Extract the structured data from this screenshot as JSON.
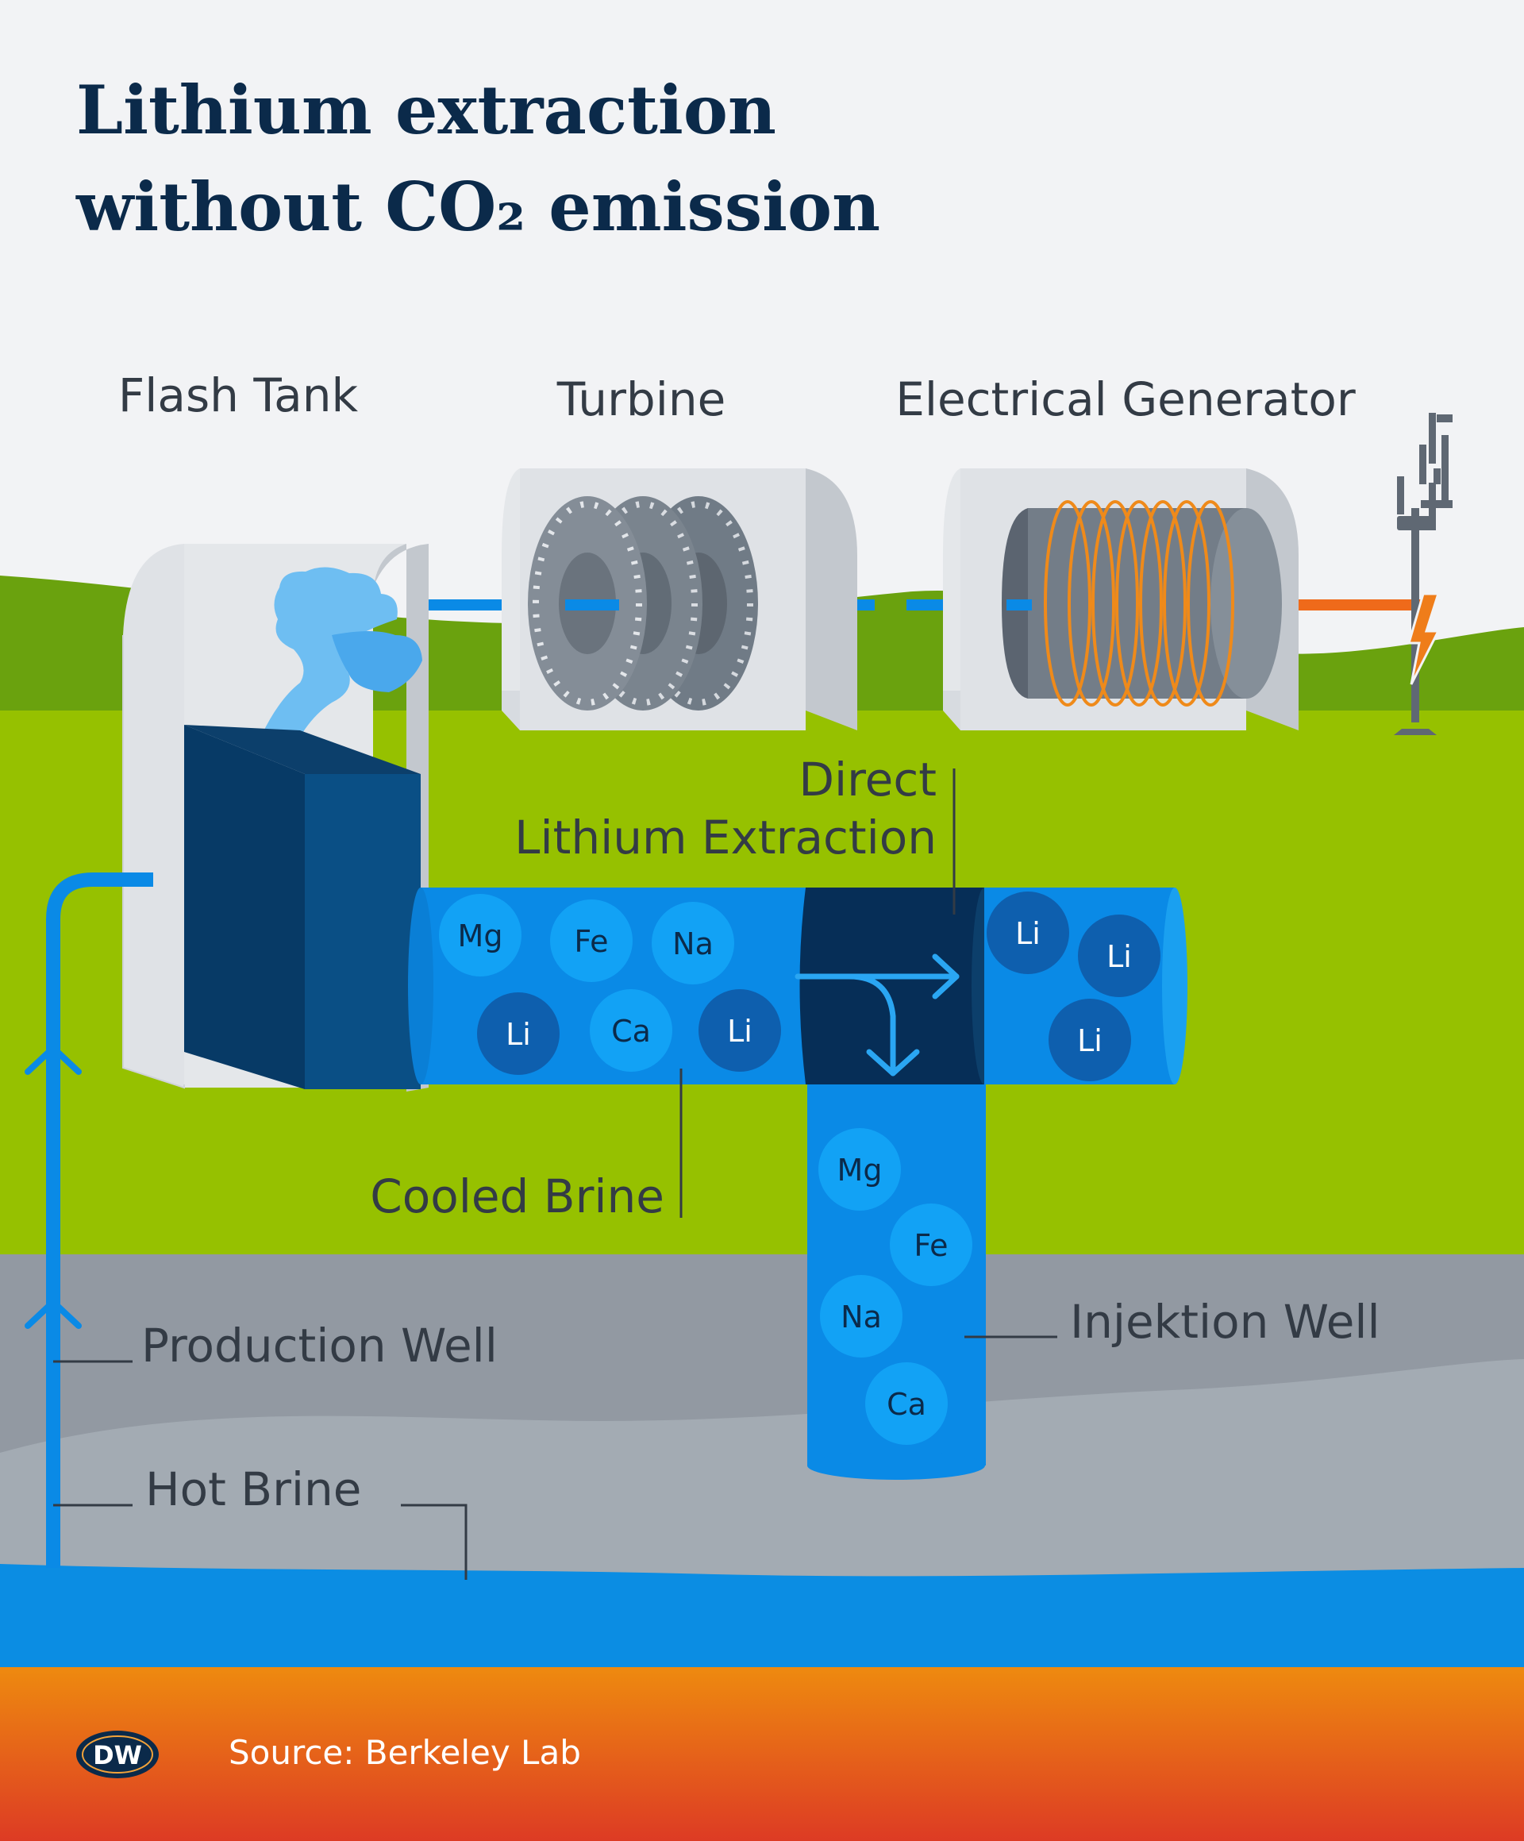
{
  "title": {
    "line1": "Lithium extraction",
    "line2": "without CO₂ emission"
  },
  "components": {
    "flash_tank": "Flash Tank",
    "turbine": "Turbine",
    "generator": "Electrical Generator"
  },
  "labels": {
    "dle_line1": "Direct",
    "dle_line2": "Lithium Extraction",
    "cooled_brine": "Cooled Brine",
    "production_well": "Production Well",
    "injection_well": "Injektion Well",
    "hot_brine": "Hot Brine"
  },
  "elements": {
    "pipe_mix": [
      "Mg",
      "Fe",
      "Na",
      "Li",
      "Ca",
      "Li"
    ],
    "lithium_out": [
      "Li",
      "Li",
      "Li"
    ],
    "injection": [
      "Mg",
      "Fe",
      "Na",
      "Ca"
    ]
  },
  "footer": {
    "logo": "DW",
    "source": "Source: Berkeley Lab"
  },
  "colors": {
    "title": "#0b2a4a",
    "text": "#333b45",
    "ground": "#96c100",
    "hills": "#6aa20e",
    "rock_dark": "#9299a2",
    "rock_light": "#a3abb3",
    "brine": "#0b8de3",
    "pipe": "#0a8ae6",
    "li_ion": "#0e5fae",
    "ion": "#12a2f5",
    "dle_unit": "#062e57",
    "tank": "#0a4f85",
    "spark": "#ef7d1a"
  }
}
